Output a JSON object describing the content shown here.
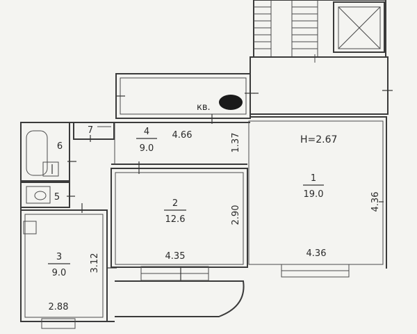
{
  "apartment": {
    "label": "кв."
  },
  "ceiling": "H=2.67",
  "rooms": [
    {
      "id": "1",
      "number": "1",
      "area": "19.0"
    },
    {
      "id": "2",
      "number": "2",
      "area": "12.6"
    },
    {
      "id": "3",
      "number": "3",
      "area": "9.0"
    },
    {
      "id": "4",
      "number": "4",
      "area": "9.0"
    },
    {
      "id": "5",
      "number": "5"
    },
    {
      "id": "6",
      "number": "6"
    },
    {
      "id": "7",
      "number": "7"
    }
  ],
  "dimensions": {
    "room1_width": "4.36",
    "room1_depth": "4.36",
    "room2_width": "4.35",
    "room2_depth": "2.90",
    "room3_width": "2.88",
    "room3_depth": "3.12",
    "hall_length": "4.66",
    "hall_depth": "1.37"
  }
}
